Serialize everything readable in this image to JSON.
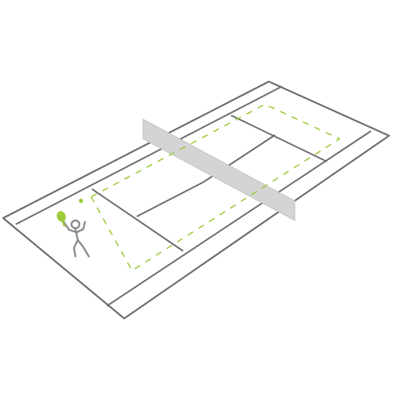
{
  "diagram": {
    "subject": "tennis-court-serve",
    "colors": {
      "court_lines": "#6d6d6d",
      "net": "#d4d4d4",
      "net_stroke": "#c2c2c2",
      "accent": "#9ccc3c",
      "player": "#8c8c8c"
    },
    "elements": {
      "court": "doubles-court-outline",
      "net": "net",
      "player": "player-serving",
      "racket": "racket",
      "ball": "tennis-ball",
      "path": "serve-target-zone-dashed"
    }
  }
}
